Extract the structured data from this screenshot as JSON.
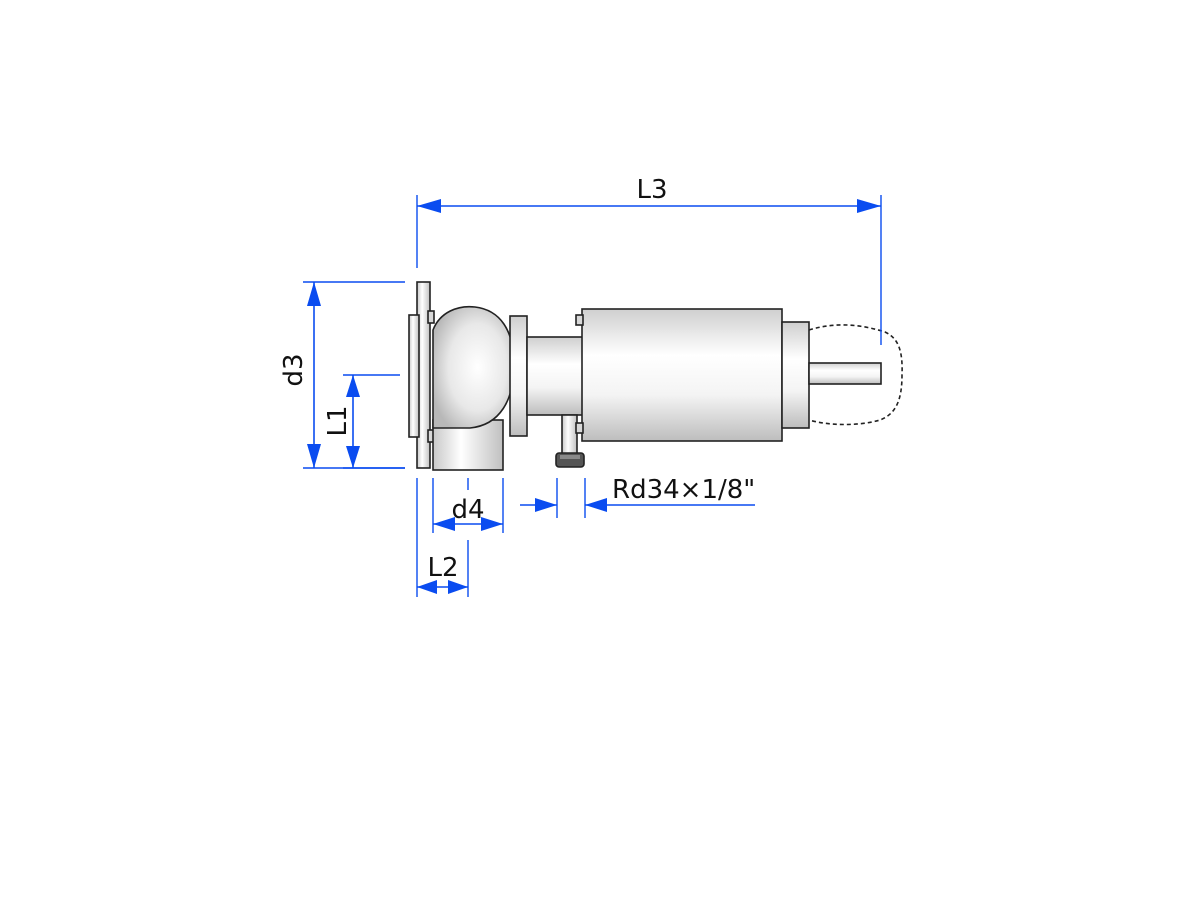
{
  "diagram": {
    "type": "technical-dimension-drawing",
    "labels": {
      "l3": "L3",
      "d3": "d3",
      "l1": "L1",
      "d4": "d4",
      "l2": "L2",
      "thread": "Rd34×1/8\""
    },
    "colors": {
      "dimension": "#0a4cf0",
      "outline": "#222222",
      "metal_light": "#ffffff",
      "metal_dark": "#c4c4c4",
      "text": "#111111"
    }
  }
}
